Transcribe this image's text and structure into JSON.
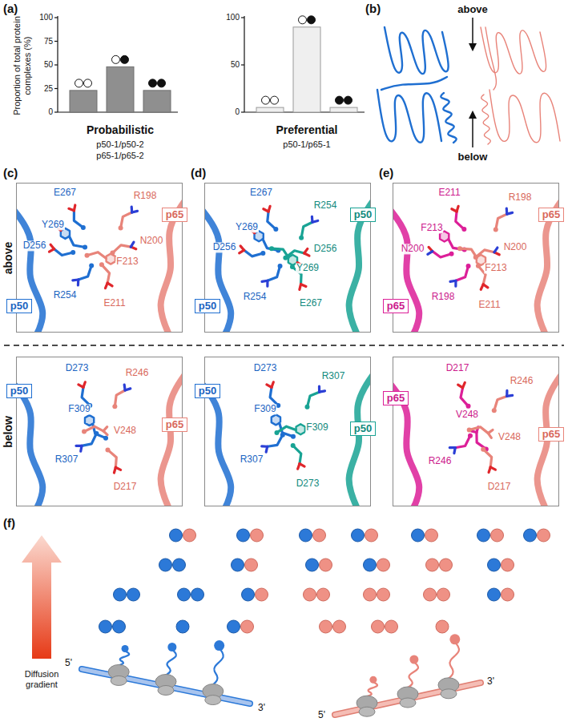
{
  "diagram": {
    "nodes": [
      {
        "text": [
          "E267",
          "R198",
          "Y269",
          "D256",
          "N200",
          "F213",
          "R254",
          "E211"
        ]
      },
      {
        "text": [
          "p65"
        ]
      },
      {
        "text": [
          "p50"
        ]
      },
      {
        "text": [
          "D273",
          "R246",
          "F309",
          "V248",
          "R307",
          "D217"
        ]
      },
      {
        "text": [
          "p50"
        ]
      },
      {
        "text": [
          "p65"
        ]
      },
      {
        "text": [
          "E267",
          "R254",
          "Y269",
          "D256",
          "D256",
          "Y269",
          "R254",
          "E267"
        ]
      },
      {
        "text": [
          "p50"
        ]
      },
      {
        "text": [
          "p50"
        ]
      },
      {
        "text": [
          "D273",
          "R307",
          "F309",
          "F309",
          "R307",
          "D273"
        ]
      },
      {
        "text": [
          "p50"
        ]
      },
      {
        "text": [
          "p50"
        ]
      },
      {
        "text": [
          "E211",
          "R198",
          "F213",
          "N200",
          "N200",
          "F213",
          "R198",
          "E211"
        ]
      },
      {
        "text": [
          "p65"
        ]
      },
      {
        "text": [
          "p65"
        ]
      },
      {
        "text": [
          "D217",
          "R246",
          "V248",
          "V248",
          "R246",
          "D217"
        ]
      },
      {
        "text": [
          "p65"
        ]
      },
      {
        "text": [
          "p65"
        ]
      }
    ],
    "labels": [
      "(a)",
      "Proportion of total protein complexes (%)",
      "100",
      "75",
      "50",
      "25",
      "0",
      "100",
      "50",
      "0",
      "Probabilistic",
      "p50-1/p50-2",
      "p65-1/p65-2",
      "Preferential",
      "p50-1/p65-1",
      "(b)",
      "above",
      "below",
      "(c)",
      "(d)",
      "(e)",
      "above",
      "below",
      "(f)",
      "Diffusion gradient",
      "5'",
      "3'",
      "5'",
      "3'"
    ]
  }
}
